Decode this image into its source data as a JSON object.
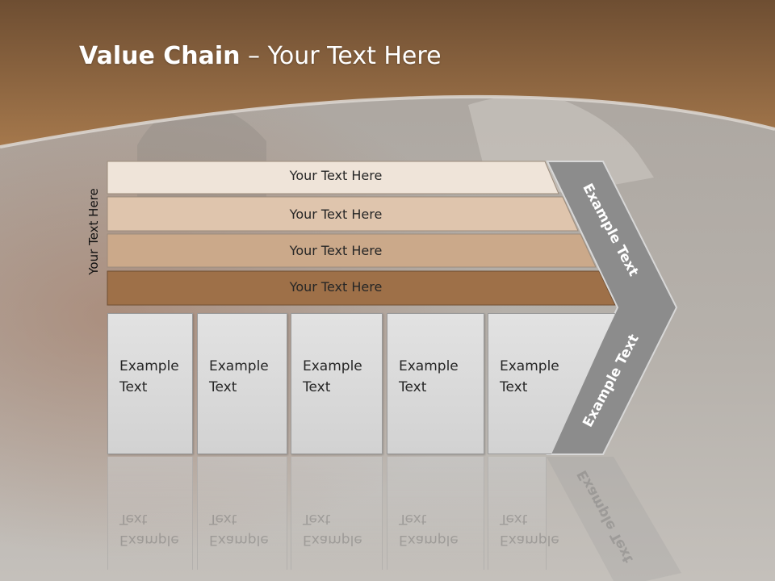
{
  "slide": {
    "title_bold": "Value Chain",
    "title_rest": " – Your Text Here",
    "side_label": "Your Text Here",
    "bands": [
      {
        "label": "Your Text Here",
        "color": "#efe4d9"
      },
      {
        "label": "Your Text Here",
        "color": "#dfc5ad"
      },
      {
        "label": "Your Text Here",
        "color": "#cba98a"
      },
      {
        "label": "Your Text Here",
        "color": "#9e7048"
      }
    ],
    "cards": [
      {
        "line1": "Example",
        "line2": "Text"
      },
      {
        "line1": "Example",
        "line2": "Text"
      },
      {
        "line1": "Example",
        "line2": "Text"
      },
      {
        "line1": "Example",
        "line2": "Text"
      },
      {
        "line1": "Example",
        "line2": "Text"
      }
    ],
    "chevron_top_label": "Example Text",
    "chevron_bottom_label": "Example Text",
    "colors": {
      "header_brown": "#a07245",
      "chevron_gray": "#8c8c8c",
      "background": "#b9b4ae"
    }
  }
}
